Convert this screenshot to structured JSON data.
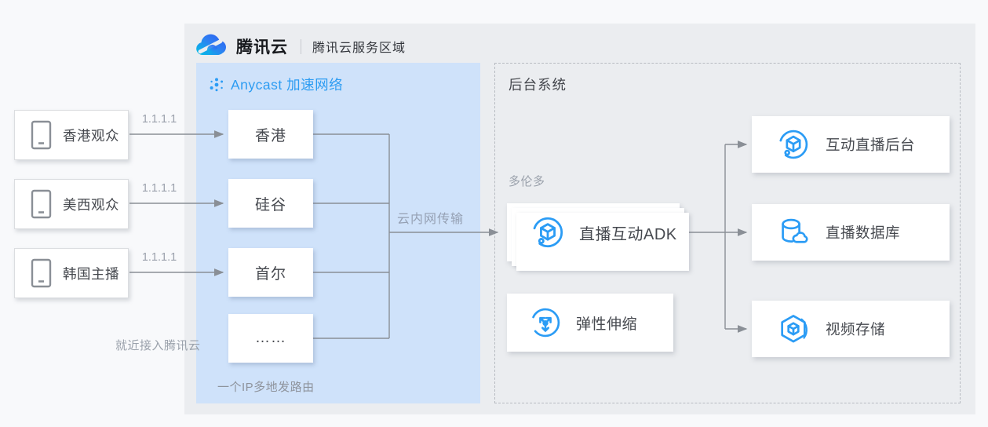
{
  "header": {
    "brand": "腾讯云",
    "region_label": "腾讯云服务区域"
  },
  "anycast_panel": {
    "title": "Anycast 加速网络",
    "regions": [
      "香港",
      "硅谷",
      "首尔",
      "……"
    ],
    "transfer_label": "云内网传输",
    "footer_note": "一个IP多地发路由"
  },
  "clients": {
    "items": [
      {
        "label": "香港观众",
        "ip": "1.1.1.1"
      },
      {
        "label": "美西观众",
        "ip": "1.1.1.1"
      },
      {
        "label": "韩国主播",
        "ip": "1.1.1.1"
      }
    ],
    "note": "就近接入腾讯云"
  },
  "backend_panel": {
    "title": "后台系统",
    "region_tag": "多伦多",
    "adk_box": {
      "label": "直播互动ADK",
      "icon": "interactive-live-icon"
    },
    "scaling_box": {
      "label": "弹性伸缩",
      "icon": "auto-scaling-icon"
    },
    "services": [
      {
        "label": "互动直播后台",
        "icon": "interactive-live-icon"
      },
      {
        "label": "直播数据库",
        "icon": "database-cloud-icon"
      },
      {
        "label": "视频存储",
        "icon": "hexagon-cube-icon"
      }
    ]
  },
  "icons": {
    "tencent-cloud-logo": "gradient cloud",
    "anycast-dots-icon": "blue dot cluster",
    "device-icon": "tablet outline",
    "interactive-live-icon": "cube in broken circle",
    "auto-scaling-icon": "three arrows in broken circle",
    "database-cloud-icon": "cylinder with cloud",
    "hexagon-cube-icon": "cube in hexagon with arc"
  },
  "colors": {
    "accent_blue": "#2b9cf5",
    "anycast_panel_bg": "#cfe2fa",
    "main_area_bg": "#ebedf0",
    "page_bg": "#f8f9fb",
    "line_gray": "#8a8f96",
    "note_gray": "#9aa1ab",
    "logo_gradient": [
      "#2b5bf0",
      "#2e7ff2",
      "#00c3e6"
    ]
  }
}
